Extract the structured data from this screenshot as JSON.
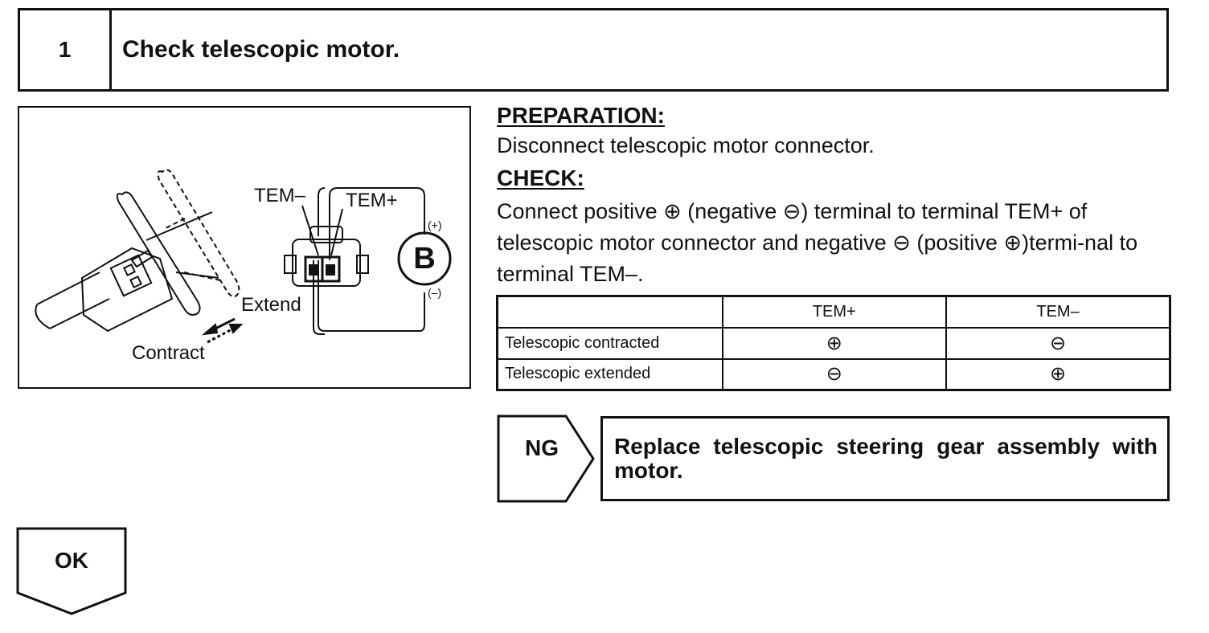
{
  "step": {
    "number": "1",
    "title": "Check telescopic motor."
  },
  "figure": {
    "labels": {
      "tem_minus": "TEM–",
      "tem_plus": "TEM+",
      "battery": "B",
      "battery_pos": "(+)",
      "battery_neg": "(–)",
      "extend": "Extend",
      "contract": "Contract"
    }
  },
  "preparation": {
    "title": "PREPARATION:",
    "text": "Disconnect telescopic motor connector."
  },
  "check": {
    "title": "CHECK:",
    "text": "Connect positive ⊕ (negative ⊖) terminal to terminal TEM+ of telescopic motor connector and negative ⊖ (positive ⊕)termi-nal to terminal TEM–."
  },
  "table": {
    "headers": [
      "",
      "TEM+",
      "TEM–"
    ],
    "rows": [
      [
        "Telescopic contracted",
        "⊕",
        "⊖"
      ],
      [
        "Telescopic extended",
        "⊖",
        "⊕"
      ]
    ]
  },
  "ng": {
    "label": "NG",
    "action": "Replace telescopic steering gear assembly with motor."
  },
  "ok": {
    "label": "OK"
  }
}
